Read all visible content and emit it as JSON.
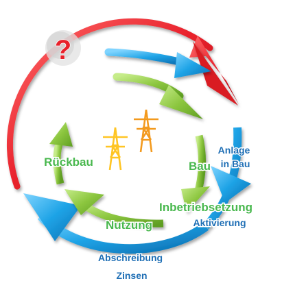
{
  "diagram": {
    "question_mark": "?",
    "inner_cycle": {
      "steps": [
        "Bau",
        "Inbetriebsetzung",
        "Nutzung",
        "Rückbau"
      ],
      "color": "#8cc63f"
    },
    "outer_cycle": {
      "labels": {
        "anlage_line1": "Anlage",
        "anlage_line2": "in Bau",
        "aktivierung": "Aktivierung",
        "abschreibung": "Abschreibung",
        "zinsen": "Zinsen"
      },
      "color": "#1ea3e6"
    },
    "red_arrow_color": "#e8212b",
    "pylon_colors": [
      "#ffc524",
      "#f39a1e"
    ],
    "icons": [
      "pylon-icon",
      "pylon-icon"
    ]
  }
}
